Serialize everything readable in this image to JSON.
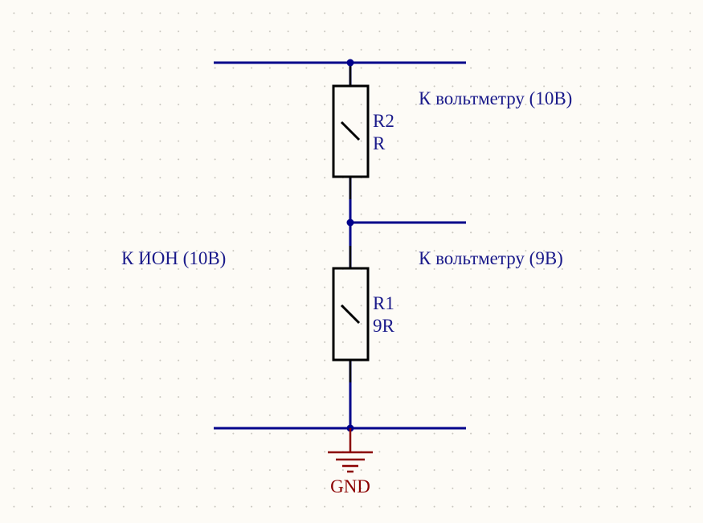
{
  "colors": {
    "wire": "#00008b",
    "component": "#000000",
    "ground": "#8b0000",
    "text": "#1a1a8a",
    "ground_text": "#8b0000",
    "junction": "#00008b"
  },
  "labels": {
    "voltmeter_top": "К вольтметру (10В)",
    "voltmeter_mid": "К вольтметру (9В)",
    "ion": "К ИОН (10В)",
    "gnd": "GND"
  },
  "components": {
    "r2": {
      "designator": "R2",
      "value": "R"
    },
    "r1": {
      "designator": "R1",
      "value": "9R"
    }
  },
  "icons": {
    "ground": "ground-symbol-icon",
    "resistor": "resistor-icon"
  }
}
